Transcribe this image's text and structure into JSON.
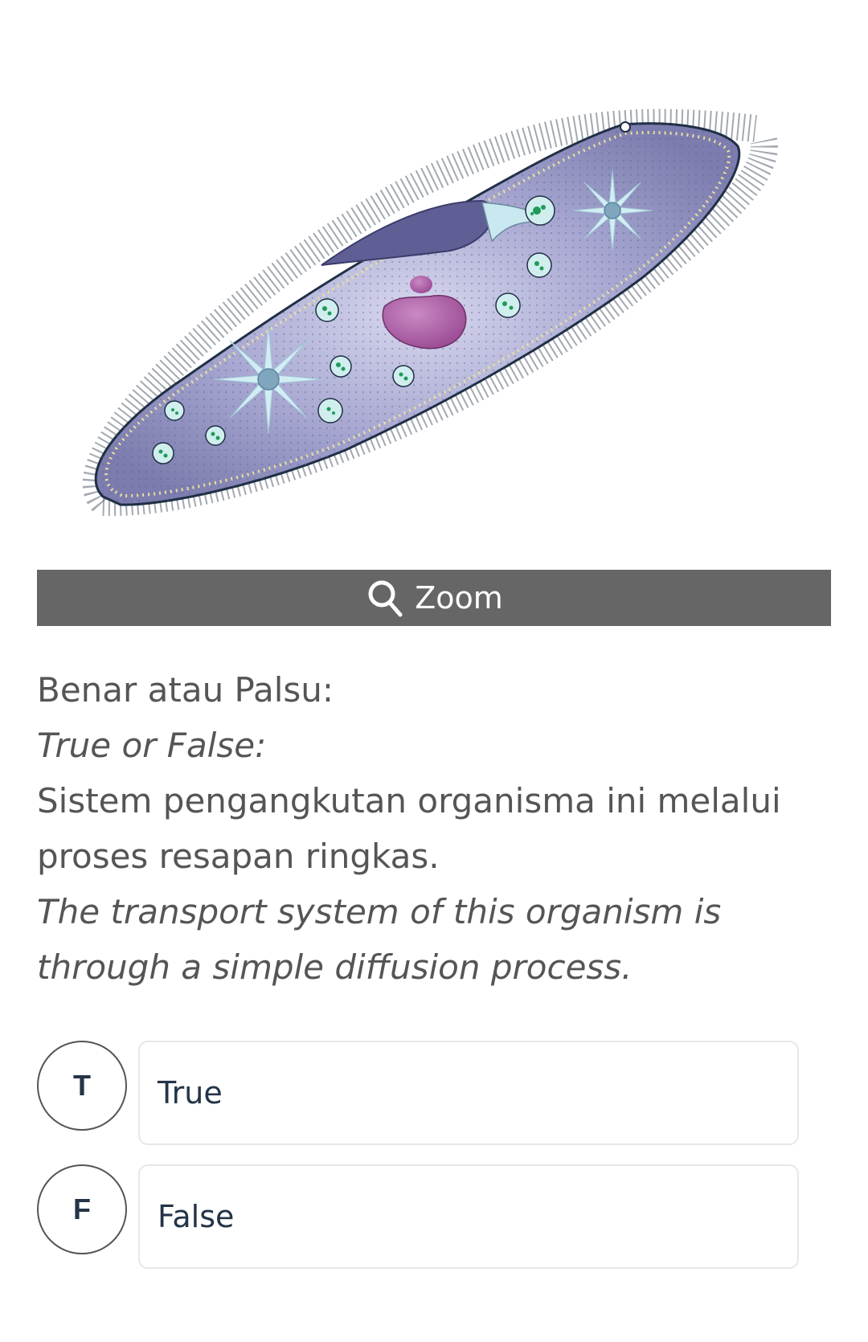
{
  "illustration": {
    "subject": "paramecium diagram",
    "colors": {
      "body": "#9b9bc8",
      "body_dark": "#6f6fa0",
      "outline": "#1f2f45",
      "vacuole": "#cfeeed",
      "food_particle": "#1f9a5a",
      "nucleus": "#a0509a",
      "contractile_vacuole": "#c9e8ef",
      "pellicle_dash": "#e8e0a0"
    }
  },
  "zoom_button": {
    "label": "Zoom",
    "icon": "magnifier-icon",
    "background": "#666666"
  },
  "question": {
    "title_ms": "Benar atau Palsu:",
    "title_en": "True or False:",
    "statement_ms_1": "Sistem pengangkutan organisma ini melalui",
    "statement_ms_2": "proses resapan ringkas.",
    "statement_en_1": "The transport system of this organism is",
    "statement_en_2": "through a simple diffusion process."
  },
  "options": [
    {
      "key": "T",
      "label": "True"
    },
    {
      "key": "F",
      "label": "False"
    }
  ]
}
